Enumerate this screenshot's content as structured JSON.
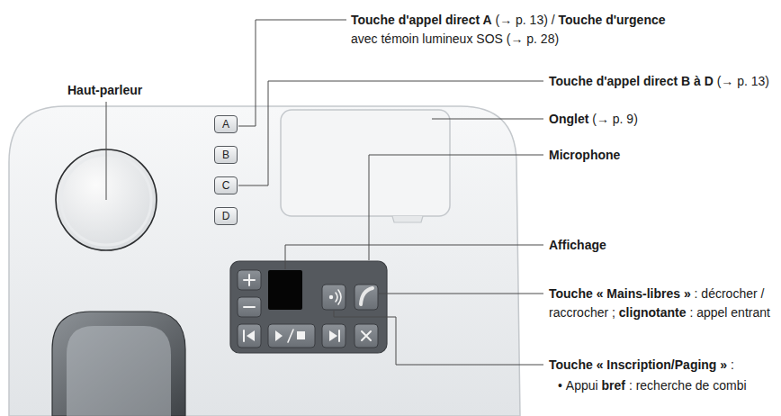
{
  "diagram": {
    "nodes": [
      {
        "text": [
          "A"
        ]
      },
      {
        "text": [
          "B"
        ]
      },
      {
        "text": [
          "C"
        ]
      },
      {
        "text": [
          "D"
        ]
      }
    ],
    "labels": [
      "Haut-parleur",
      "Touche d'appel direct A",
      "(→ p. 13) /",
      "Touche d'urgence",
      "avec témoin lumineux SOS (→ p. 28)",
      "Touche d'appel direct B à D",
      "(→ p. 13)",
      "Onglet",
      "(→ p. 9)",
      "Microphone",
      "Affichage",
      "Touche « Mains-libres »",
      ": décrocher / raccrocher ;",
      "clignotante",
      ": appel entrant",
      "Touche « Inscription/Paging »",
      ":",
      "•",
      "Appui",
      "bref",
      ": recherche de combi"
    ]
  }
}
